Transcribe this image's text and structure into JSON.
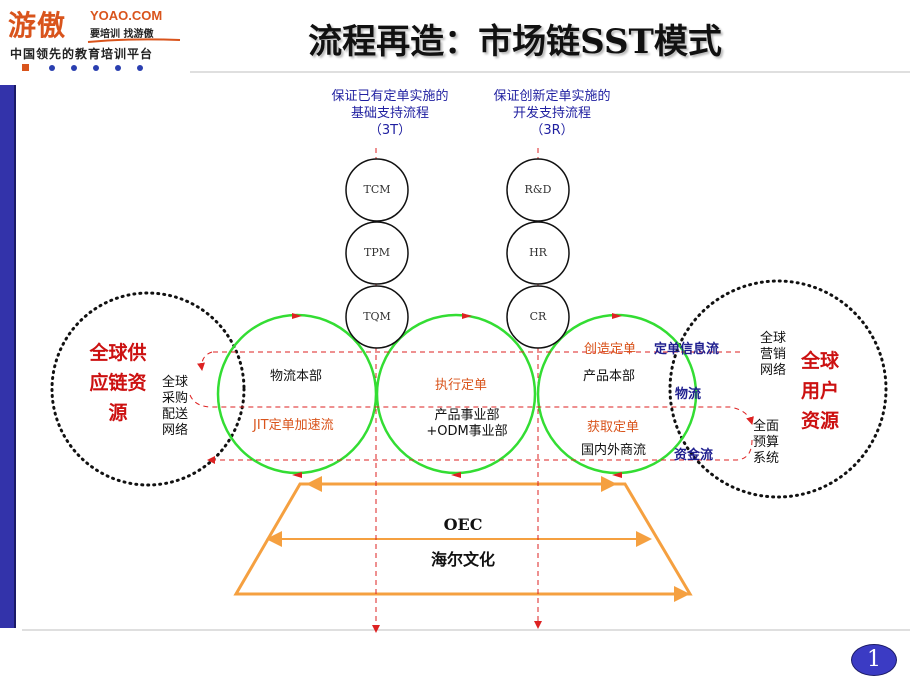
{
  "logo": {
    "brand": "游傲",
    "domain": "YOAO.COM",
    "slogan": "要培训 找游傲",
    "tagline": "中国领先的教育培训平台"
  },
  "title": "流程再造：市场链SST模式",
  "top_labels": {
    "left": [
      "保证已有定单实施的",
      "基础支持流程",
      "（3T）"
    ],
    "right": [
      "保证创新定单实施的",
      "开发支持流程",
      "（3R）"
    ]
  },
  "stack_left": [
    "TCM",
    "TPM",
    "TQM"
  ],
  "stack_right": [
    "R&D",
    "HR",
    "CR"
  ],
  "left_resource": [
    "全球供",
    "应链资",
    "源"
  ],
  "right_resource": [
    "全球",
    "用户",
    "资源"
  ],
  "left_network": [
    "全球",
    "采购",
    "配送",
    "网络"
  ],
  "right_network_top": [
    "全球",
    "营销",
    "网络"
  ],
  "right_network_bottom": [
    "全面",
    "预算",
    "系统"
  ],
  "circle_texts": {
    "logistics_dept": "物流本部",
    "jit_flow": "JIT定单加速流",
    "execute_order": "执行定单",
    "product_divisions": [
      "产品事业部",
      "+ODM事业部"
    ],
    "product_dept": "产品本部",
    "create_order": "创造定单",
    "obtain_order": "获取定单",
    "domestic_foreign": "国内外商流"
  },
  "flows": {
    "order_info": "定单信息流",
    "logistics": "物流",
    "capital": "资金流"
  },
  "base": {
    "oec": "OEC",
    "culture": "海尔文化"
  },
  "page_number": "1",
  "colors": {
    "accent_orange": "#d9541c",
    "ring_green": "#33dd33",
    "base_orange": "#f5a040",
    "flow_red": "#dd2222",
    "title_blue": "#1f1fa0",
    "resource_red": "#cc1111",
    "sidebar_blue": "#3333aa"
  }
}
